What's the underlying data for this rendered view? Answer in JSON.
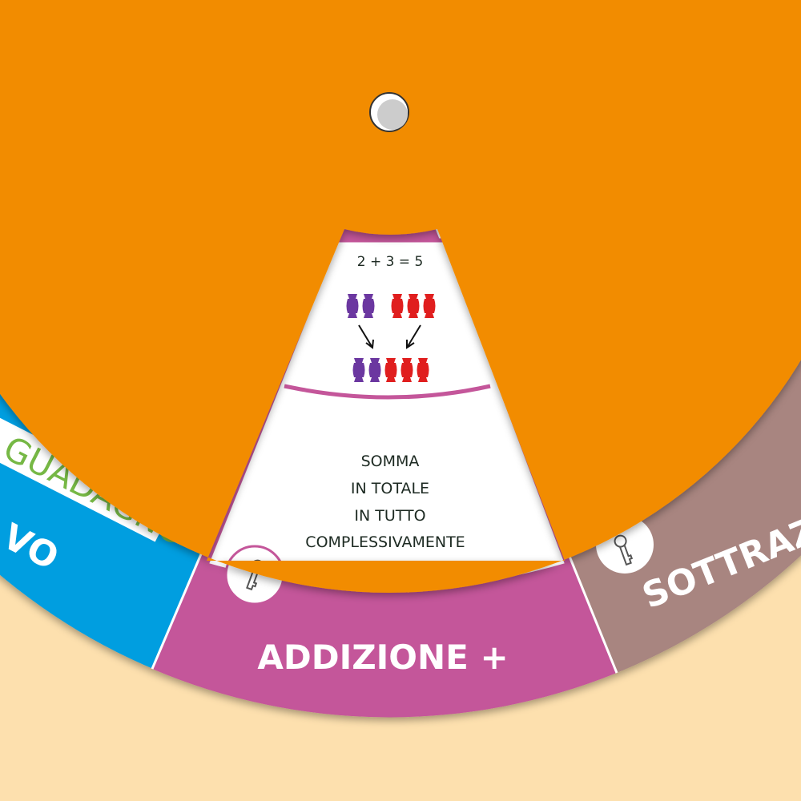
{
  "wheel": {
    "colors": {
      "background": "#fde0ae",
      "disk": "#f28c00",
      "addition": "#c4569a",
      "subtraction": "#a88580",
      "blue": "#009ee0",
      "green": "#76b845"
    },
    "addition": {
      "title": "ADDIZIONE +",
      "equation": "2 + 3 = 5",
      "keywords": [
        "SOMMA",
        "IN TOTALE",
        "IN TUTTO",
        "COMPLESSIVAMENTE"
      ],
      "icon": "key-icon"
    },
    "subtraction": {
      "title": "SOTTRAZIO",
      "icon": "key-icon"
    },
    "left_sector": {
      "title": "VO",
      "keyword": "GUADAGNO"
    }
  }
}
